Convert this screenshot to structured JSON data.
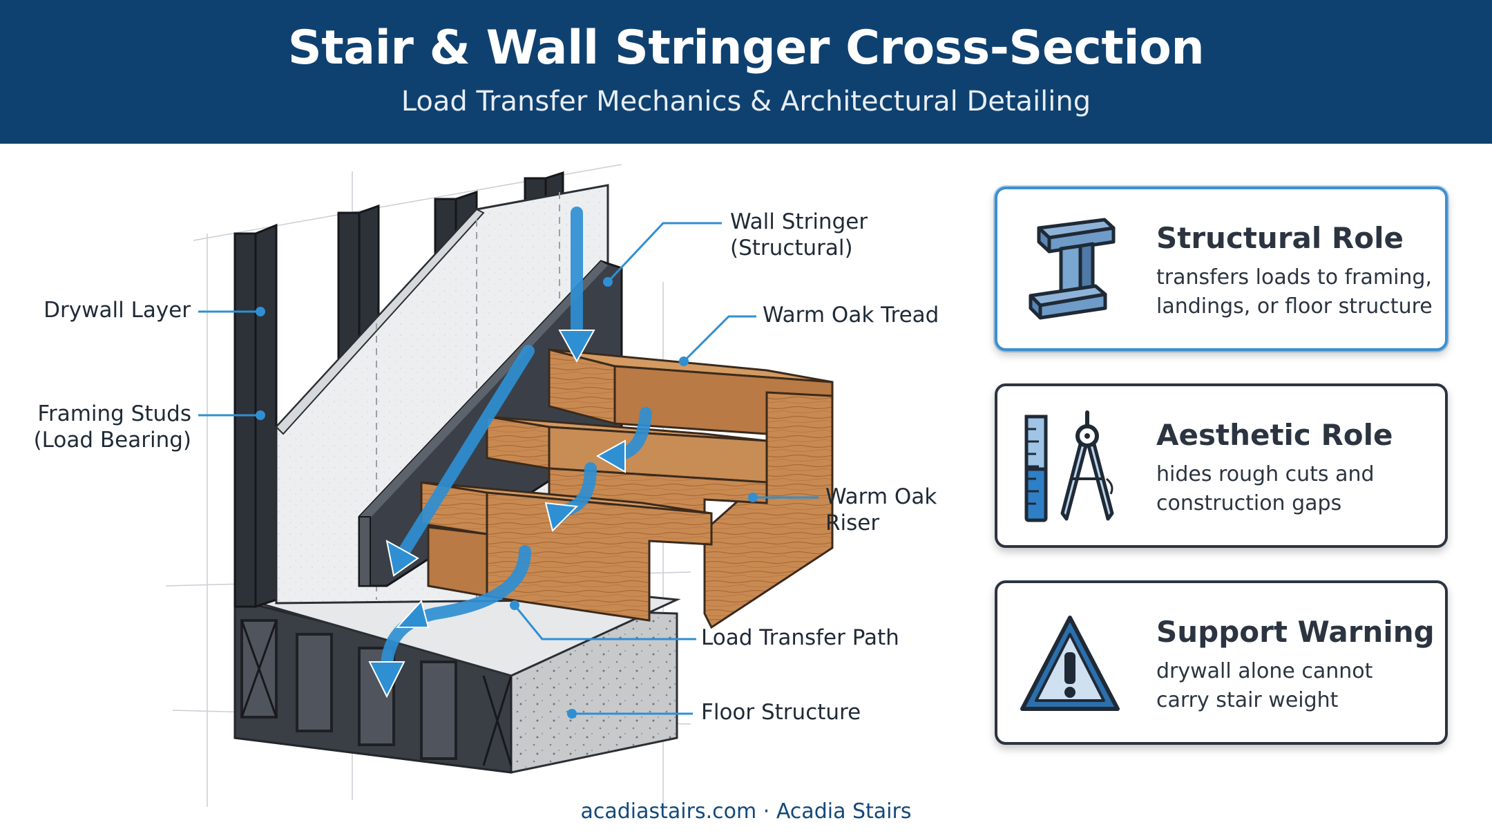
{
  "header": {
    "title": "Stair & Wall Stringer Cross-Section",
    "subtitle": "Load Transfer Mechanics & Architectural Detailing"
  },
  "labels": {
    "drywall": "Drywall Layer",
    "framing_1": "Framing Studs",
    "framing_2": "(Load Bearing)",
    "stringer_1": "Wall Stringer",
    "stringer_2": "(Structural)",
    "tread": "Warm Oak Tread",
    "riser_1": "Warm Oak",
    "riser_2": "Riser",
    "load_path": "Load Transfer Path",
    "floor": "Floor Structure"
  },
  "cards": [
    {
      "title": "Structural Role",
      "line1": "transfers loads to framing,",
      "line2": "landings, or floor structure",
      "icon": "steel-i-beam-icon"
    },
    {
      "title": "Aesthetic Role",
      "line1": "hides rough cuts and",
      "line2": "construction gaps",
      "icon": "ruler-compass-icon"
    },
    {
      "title": "Support Warning",
      "line1": "drywall alone cannot",
      "line2": "carry stair weight",
      "icon": "warning-triangle-icon"
    }
  ],
  "footer": "acadiastairs.com · Acadia Stairs",
  "colors": {
    "banner": "#0f4170",
    "accent_blue": "#2f8fd3",
    "oak": "#c9884f",
    "framing": "#2d3138",
    "drywall": "#e9ecef"
  }
}
